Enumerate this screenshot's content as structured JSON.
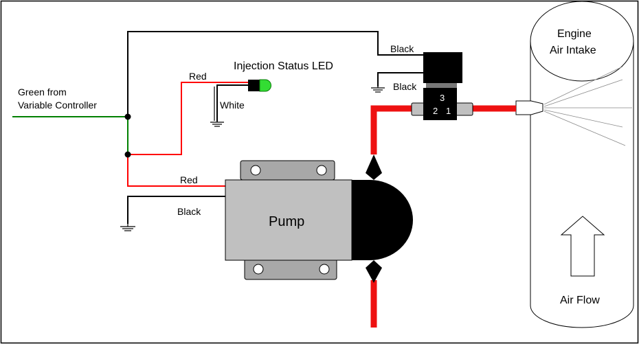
{
  "labels": {
    "green_from": "Green from",
    "variable_controller": "Variable Controller",
    "injection_status_led": "Injection Status LED",
    "red_led": "Red",
    "white_led": "White",
    "red_pump": "Red",
    "black_pump": "Black",
    "pump": "Pump",
    "black_top": "Black",
    "black_valve": "Black",
    "engine": "Engine",
    "air_intake": "Air Intake",
    "air_flow": "Air Flow",
    "port_3": "3",
    "port_2": "2",
    "port_1": "1"
  },
  "colors": {
    "wire_black": "#000000",
    "wire_red": "#ff0000",
    "wire_green": "#008000",
    "hose_red": "#ee1111",
    "pump_body": "#c0c0c0",
    "pump_bracket": "#a8a8a8",
    "led_green": "#33dd33"
  }
}
